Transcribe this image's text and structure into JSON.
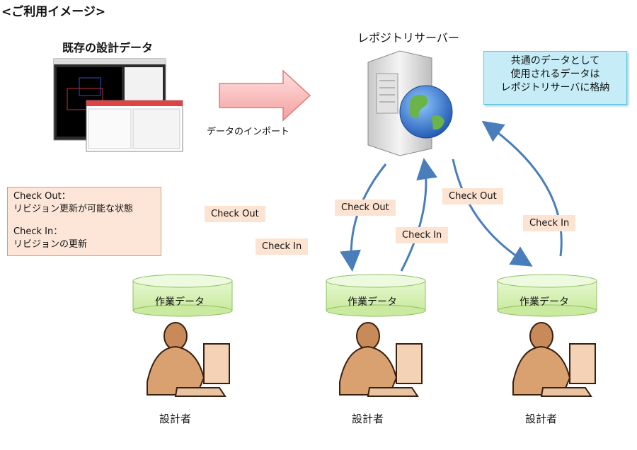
{
  "page_title": "<ご利用イメージ>",
  "existing_data_label": "既存の設計データ",
  "server_label": "レポジトリサーバー",
  "import_label": "データのインポート",
  "info_box_lines": [
    "共通のデータとして",
    "使用されるデータは",
    "レポジトリサーバに格納"
  ],
  "legend": {
    "checkout_title": "Check Out：",
    "checkout_desc": "リビジョン更新が可能な状態",
    "checkin_title": "Check In：",
    "checkin_desc": "リビジョンの更新"
  },
  "tags": {
    "checkout_left": "Check Out",
    "checkin_left": "Check In",
    "checkout_mid": "Check Out",
    "checkin_mid": "Check In",
    "checkout_right": "Check Out",
    "checkin_right": "Check In"
  },
  "databases": [
    "作業データ",
    "作業データ",
    "作業データ"
  ],
  "designers": [
    "設計者",
    "設計者",
    "設計者"
  ],
  "colors": {
    "arrow_blue": "#4a7ebb",
    "db_green": "#d4f0b0",
    "tag_bg": "#fde3d2",
    "info_bg": "#c5ecf7"
  }
}
